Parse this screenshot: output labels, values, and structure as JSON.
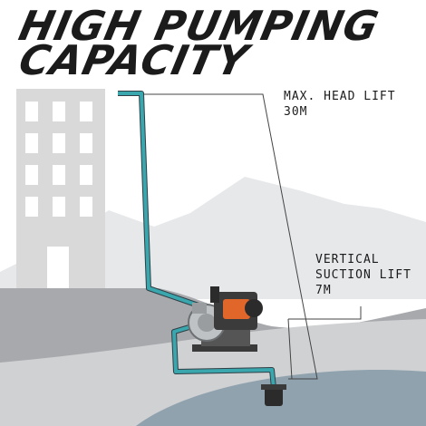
{
  "headline": {
    "line1": "HIGH PUMPING",
    "line2": "CAPACITY"
  },
  "head_lift": {
    "label": "MAX. HEAD LIFT",
    "value": "30M"
  },
  "suction_lift": {
    "label_line1": "VERTICAL",
    "label_line2": "SUCTION LIFT",
    "value": "7M"
  },
  "colors": {
    "hose": "#3aa6ad",
    "building": "#d9d9d9",
    "ground": "#a7a9ac",
    "water": "#8fa2ae",
    "pump_accent": "#e0662a",
    "text": "#1b1b1b"
  }
}
